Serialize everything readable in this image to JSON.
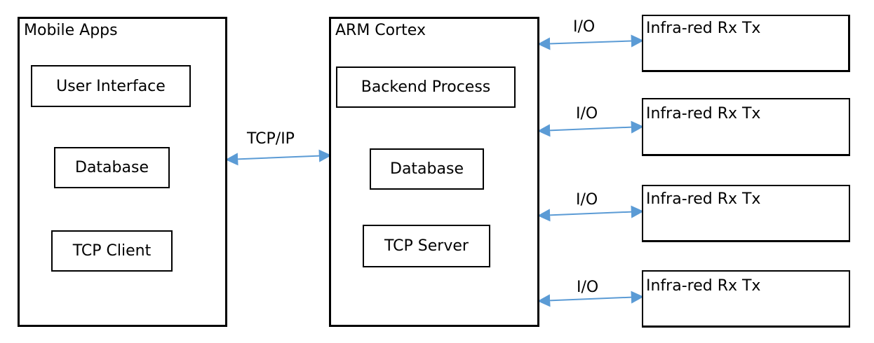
{
  "diagram": {
    "mobile_apps": {
      "title": "Mobile Apps",
      "modules": [
        "User Interface",
        "Database",
        "TCP Client"
      ]
    },
    "arm_cortex": {
      "title": "ARM Cortex",
      "modules": [
        "Backend Process",
        "Database",
        "TCP Server"
      ]
    },
    "link_mobile_arm": "TCP/IP",
    "io_links": [
      "I/O",
      "I/O",
      "I/O",
      "I/O"
    ],
    "ir_devices": [
      "Infra-red Rx Tx",
      "Infra-red Rx Tx",
      "Infra-red Rx Tx",
      "Infra-red Rx Tx"
    ]
  },
  "colors": {
    "arrow": "#5b9bd5",
    "border": "#000000"
  }
}
